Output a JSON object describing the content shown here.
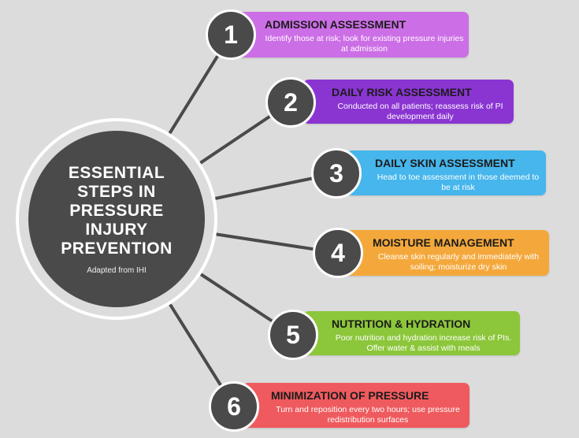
{
  "hub": {
    "title": "ESSENTIAL STEPS IN PRESSURE INJURY PREVENTION",
    "source": "Adapted from IHI"
  },
  "colors": {
    "background": "#dcdcdc",
    "hub": "#4a4a4a",
    "ring": "#ffffff"
  },
  "steps": [
    {
      "number": "1",
      "title": "ADMISSION ASSESSMENT",
      "description": "Identify those at risk; look for existing pressure injuries at admission",
      "color": "#cc6ee6",
      "text_color": "#ffffff"
    },
    {
      "number": "2",
      "title": "DAILY RISK ASSESSMENT",
      "description": "Conducted on all patients; reassess risk of PI development daily",
      "color": "#8a35d2",
      "text_color": "#ffffff"
    },
    {
      "number": "3",
      "title": "DAILY SKIN ASSESSMENT",
      "description": "Head to toe assessment in those deemed to be at risk",
      "color": "#46b6ec",
      "text_color": "#ffffff"
    },
    {
      "number": "4",
      "title": "MOISTURE MANAGEMENT",
      "description": "Cleanse skin regularly and immediately with soiling; moisturize dry skin",
      "color": "#f4a83c",
      "text_color": "#ffffff"
    },
    {
      "number": "5",
      "title": "NUTRITION & HYDRATION",
      "description": "Poor nutrition and hydration increase risk of PIs. Offer water & assist with meals",
      "color": "#8cc63a",
      "text_color": "#ffffff"
    },
    {
      "number": "6",
      "title": "MINIMIZATION OF PRESSURE",
      "description": "Turn and reposition every two hours; use pressure redistribution surfaces",
      "color": "#ee5a5e",
      "text_color": "#ffffff"
    }
  ]
}
